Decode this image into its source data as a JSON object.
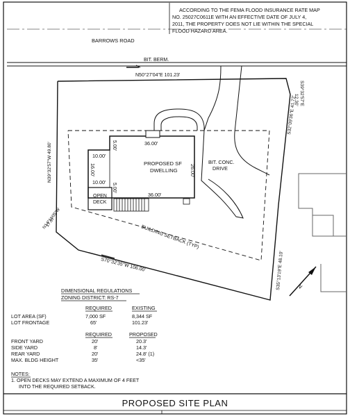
{
  "fema_note": [
    "ACCORDING TO THE FEMA FLOOD INSURANCE RATE MAP",
    "NO. 25027C0611E WITH AN EFFECTIVE DATE OF JULY 4,",
    "2011, THE PROPERTY DOES NOT LIE WITHIN THE SPECIAL",
    "FLOOD HAZARD AREA."
  ],
  "road": {
    "name": "BARROWS ROAD",
    "berm": "BIT. BERM."
  },
  "bearings": {
    "front": "N50°27'04\"E 101.23'",
    "right_upper": "S39°32'57\"E",
    "right_upper_len": "12.30'",
    "right_mid": "S32°09'36\"E 41.72'",
    "right_lower": "S35°13'19\"E 48.10'",
    "left_upper": "N39°32'57\"W 49.80'",
    "left_lower": "N14°11'05\"W",
    "left_lower_len": "17.07'",
    "rear": "S70°32'35\"W 106.00'"
  },
  "dwelling": {
    "label1": "PROPOSED SF",
    "label2": "DWELLING",
    "dim_top": "36.00'",
    "dim_bottom": "36.00'",
    "dim_right": "26.00'",
    "dim_left": "16.00'",
    "dim_a": "10.00'",
    "dim_b": "10.00'",
    "dim_c": "5.00'",
    "dim_d": "5.00'",
    "deck1": "OPEN",
    "deck2": "DECK"
  },
  "drive": {
    "line1": "BIT. CONC.",
    "line2": "DRIVE"
  },
  "setback_label": "BUILDING SETBACK (TYP)",
  "north": "N",
  "regulations": {
    "title": "DIMENSIONAL REGULATIONS",
    "district": "ZONING DISTRICT:   RS-7",
    "hdr1_required": "REQUIRED",
    "hdr1_existing": "EXISTING",
    "rows1": [
      {
        "label": "LOT AREA (SF)",
        "required": "7,000 SF",
        "existing": "8,344 SF"
      },
      {
        "label": "LOT FRONTAGE",
        "required": "65'",
        "existing": "101.23'"
      }
    ],
    "hdr2_required": "REQUIRED",
    "hdr2_proposed": "PROPOSED",
    "rows2": [
      {
        "label": "FRONT YARD",
        "required": "20'",
        "proposed": "20.3'"
      },
      {
        "label": "SIDE YARD",
        "required": "8'",
        "proposed": "14.3'"
      },
      {
        "label": "REAR YARD",
        "required": "20'",
        "proposed": "24.8'  (1)"
      },
      {
        "label": "MAX. BLDG HEIGHT",
        "required": "35'",
        "proposed": "<35'"
      }
    ]
  },
  "notes": {
    "title": "NOTES:",
    "line1": "1.  OPEN DECKS MAY EXTEND A MAXIMUM OF 4 FEET",
    "line2": "INTO THE REQUIRED SETBACK."
  },
  "plan_title": "PROPOSED SITE PLAN"
}
